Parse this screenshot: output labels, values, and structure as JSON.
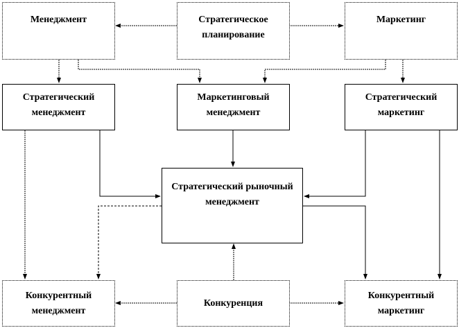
{
  "nodes": {
    "management": "Менеджмент",
    "strategic_planning": "Стратегическое планирование",
    "marketing": "Маркетинг",
    "strategic_management": "Стратегический менеджмент",
    "marketing_management": "Маркетинговый менеджмент",
    "strategic_marketing": "Стратегический маркетинг",
    "strategic_market_management": "Стратегический рыночный менеджмент",
    "competitive_management": "Конкурентный менеджмент",
    "competition": "Конкуренция",
    "competitive_marketing": "Конкурентный маркетинг"
  }
}
